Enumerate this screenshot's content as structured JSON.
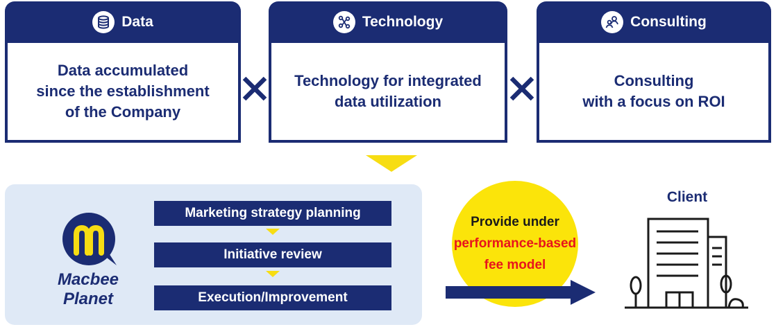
{
  "pillars": [
    {
      "title": "Data",
      "icon": "database-icon",
      "body": [
        "Data accumulated",
        "since the establishment",
        "of the Company"
      ]
    },
    {
      "title": "Technology",
      "icon": "link-nodes-icon",
      "body": [
        "Technology for integrated",
        "data utilization"
      ]
    },
    {
      "title": "Consulting",
      "icon": "people-icon",
      "body": [
        "Consulting",
        "with a focus on ROI"
      ]
    }
  ],
  "operator": "×",
  "company": {
    "name_line1": "Macbee",
    "name_line2": "Planet"
  },
  "steps": [
    "Marketing strategy planning",
    "Initiative review",
    "Execution/Improvement"
  ],
  "provide": {
    "line1": "Provide under",
    "line2": "performance-based",
    "line3": "fee model"
  },
  "client": {
    "label": "Client"
  },
  "colors": {
    "navy": "#1b2c73",
    "yellow": "#f7dd13",
    "highlight": "#fbe40a",
    "red": "#e8141c",
    "panel": "#dfe9f6"
  }
}
